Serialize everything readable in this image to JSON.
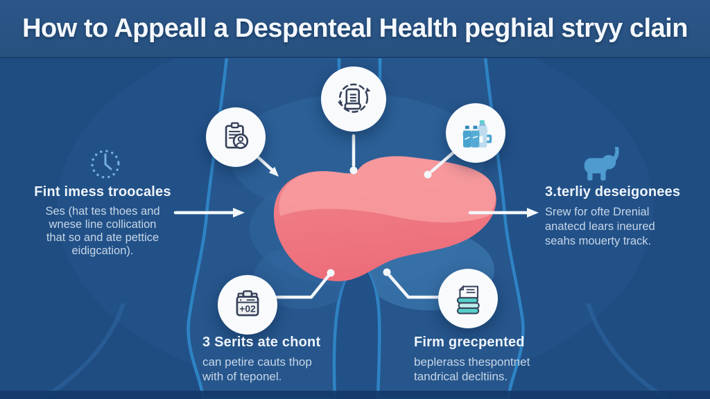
{
  "title": "How to Appeall a Despenteal Health peghial stryy clain",
  "colors": {
    "banner_bg": "#2a5487",
    "background": "#1f4d82",
    "body_fill": "#26568c",
    "body_outline": "#2f86c7",
    "organ_pink": "#ec6d7a",
    "organ_pink_light": "#f79ca0",
    "icon_ink": "#343f58",
    "icon_circle_bg": "#f8fafc",
    "bottle_blue": "#49a3cf",
    "book_teal": "#57cfc8",
    "deco_light_blue": "#74aede",
    "connector_white": "#f3f7fa",
    "heading_text": "#eef4fb",
    "body_text": "#c7d6e7"
  },
  "blocks": {
    "left": {
      "heading": "Fint imess troocales",
      "lines": [
        "Ses (hat tes thoes and",
        "wnese line collication",
        "that so and ate pettice",
        "eidigcation)."
      ]
    },
    "right": {
      "heading": "3.terliy deseigonees",
      "lines": [
        "Srew for ofte Drenial",
        "anatecd lears ineured",
        "seahs mouerty track."
      ]
    },
    "bottom_left": {
      "heading": "3 Serits ate chont",
      "lines": [
        "can petire cauts thop",
        "with of teponel."
      ]
    },
    "bottom_right": {
      "heading": "Firm grecpented",
      "lines": [
        "beplerass thespontnet",
        "tandrical decltiins."
      ]
    }
  },
  "icons": {
    "top_center": "document-sync-icon",
    "top_left": "clipboard-person-icon",
    "top_right": "water-bottles-icon",
    "bottom_left": "calculator-icon",
    "bottom_right": "books-stack-icon",
    "left_deco": "clock-icon",
    "right_deco": "elephant-icon"
  },
  "calculator_display": "+02"
}
